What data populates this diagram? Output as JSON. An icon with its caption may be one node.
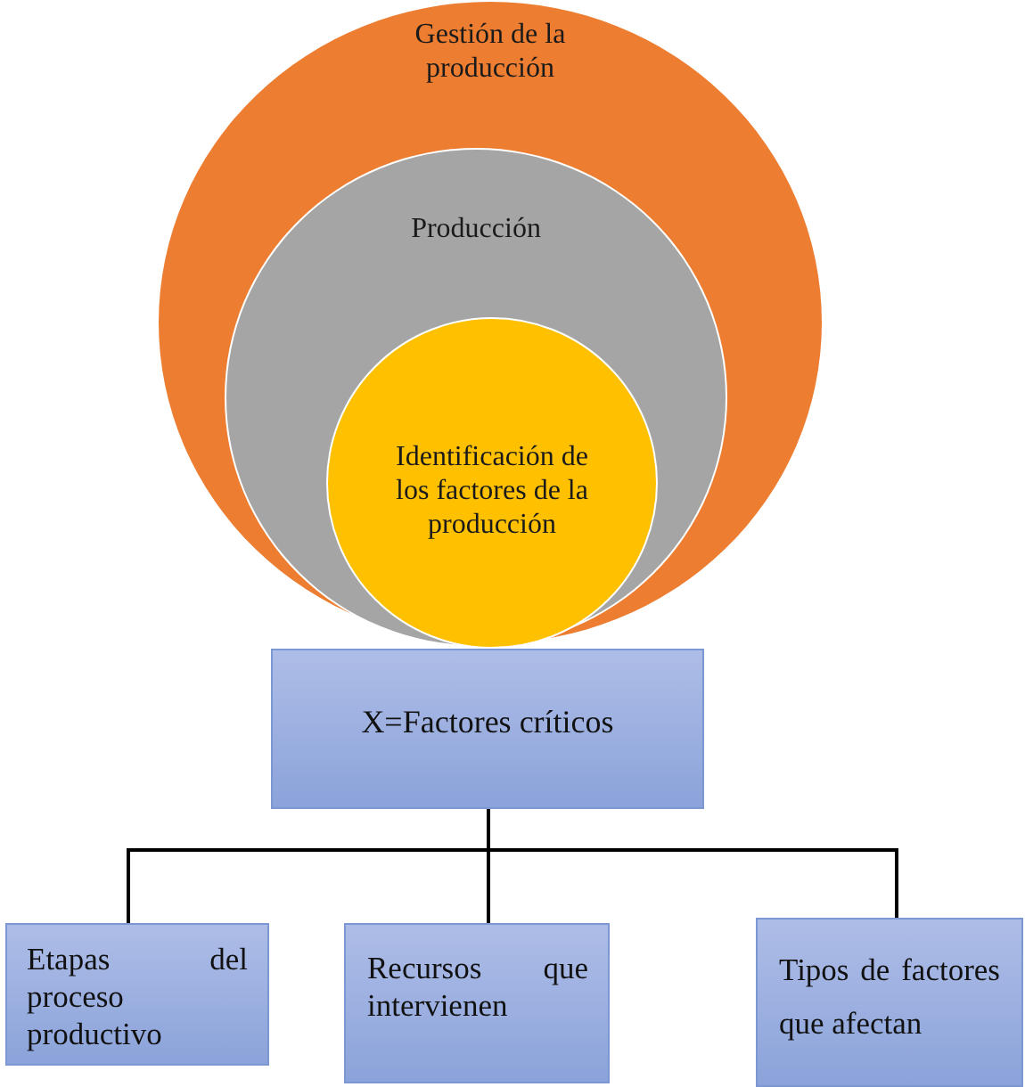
{
  "diagram": {
    "nodes": [
      {
        "text": [
          "Gestión de la producción"
        ]
      },
      {
        "text": [
          "Producción"
        ],
        "in": 0
      },
      {
        "text": [
          "Identificación de los factores de la producción"
        ],
        "in": 1
      },
      {
        "text": [
          "X=Factores críticos"
        ]
      },
      {
        "text": [
          "Etapas del proceso productivo"
        ]
      },
      {
        "text": [
          "Recursos que intervienen"
        ]
      },
      {
        "text": [
          "Tipos de factores que afectan"
        ]
      }
    ],
    "edges": [
      {
        "from": 3,
        "to": 4,
        "arrow": "none"
      },
      {
        "from": 3,
        "to": 5,
        "arrow": "none"
      },
      {
        "from": 3,
        "to": 6,
        "arrow": "none"
      }
    ]
  }
}
